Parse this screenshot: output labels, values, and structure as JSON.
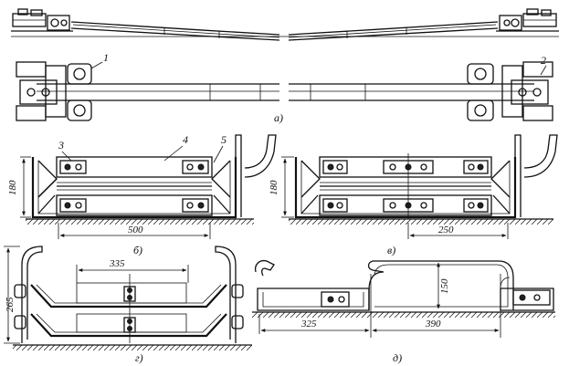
{
  "callouts": [
    "1",
    "2",
    "3",
    "4",
    "5"
  ],
  "panels": {
    "a": "а)",
    "b": "б)",
    "v": "в)",
    "g": "г)",
    "d": "д)"
  },
  "dimensions": {
    "b_height": "180",
    "b_width": "500",
    "v_height": "180",
    "v_width": "250",
    "g_height": "265",
    "g_width": "335",
    "d_height": "150",
    "d_left": "325",
    "d_right": "390"
  }
}
